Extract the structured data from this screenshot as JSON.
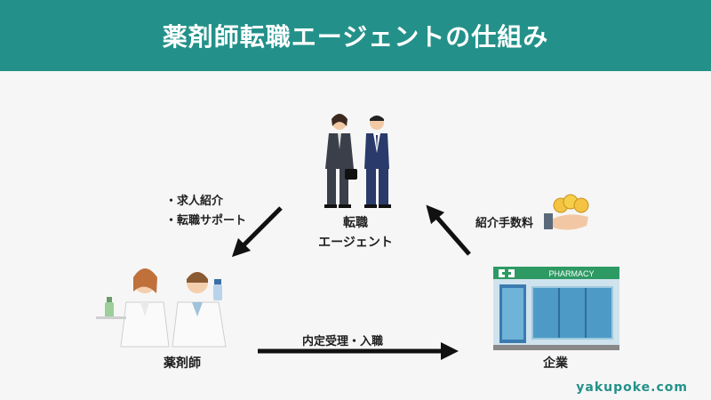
{
  "header": {
    "title": "薬剤師転職エージェントの仕組み"
  },
  "nodes": {
    "agent": {
      "line1": "転職",
      "line2": "エージェント"
    },
    "pharmacist": {
      "label": "薬剤師"
    },
    "company": {
      "label": "企業",
      "sign": "PHARMACY"
    }
  },
  "edges": {
    "agent_to_pharmacist": {
      "items": [
        "・求人紹介",
        "・転職サポート"
      ]
    },
    "company_to_agent": {
      "label": "紹介手数料"
    },
    "pharmacist_to_company": {
      "label": "内定受理・入職"
    }
  },
  "footer": {
    "url": "yakupoke.com"
  },
  "colors": {
    "brand": "#239189",
    "arrow": "#111111",
    "store_green": "#2e9a63"
  }
}
